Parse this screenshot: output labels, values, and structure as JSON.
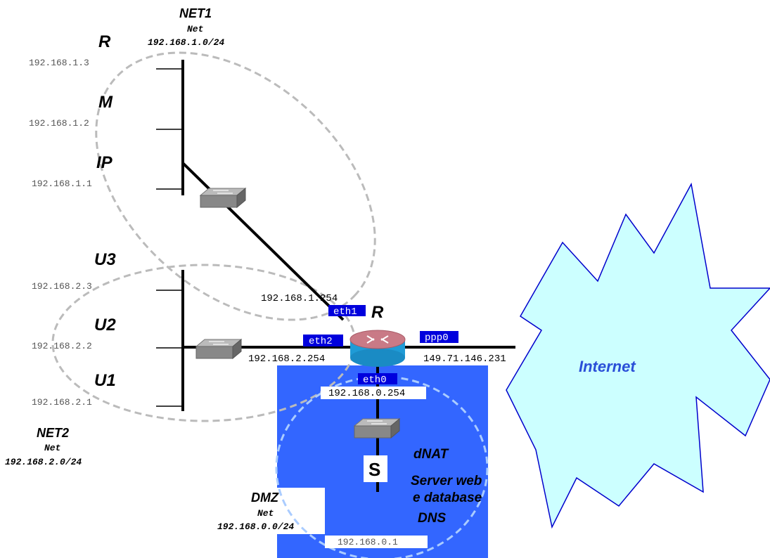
{
  "net1": {
    "title": "NET1",
    "subtitle": "Net",
    "cidr": "192.168.1.0/24",
    "hosts": [
      {
        "name": "R",
        "ip": "192.168.1.3"
      },
      {
        "name": "M",
        "ip": "192.168.1.2"
      },
      {
        "name": "IP",
        "ip": "192.168.1.1"
      }
    ]
  },
  "net2": {
    "title": "NET2",
    "subtitle": "Net",
    "cidr": "192.168.2.0/24",
    "hosts": [
      {
        "name": "U3",
        "ip": "192.168.2.3"
      },
      {
        "name": "U2",
        "ip": "192.168.2.2"
      },
      {
        "name": "U1",
        "ip": "192.168.2.1"
      }
    ]
  },
  "dmz": {
    "title": "DMZ",
    "subtitle": "Net",
    "cidr": "192.168.0.0/24",
    "server_label": "S",
    "server_ip": "192.168.0.1",
    "notes": [
      "dNAT",
      "Server web",
      "e database",
      "DNS"
    ]
  },
  "router": {
    "name": "R",
    "interfaces": [
      {
        "name": "eth1",
        "ip": "192.168.1.254"
      },
      {
        "name": "eth2",
        "ip": "192.168.2.254"
      },
      {
        "name": "eth0",
        "ip": "192.168.0.254"
      },
      {
        "name": "ppp0",
        "ip": "149.71.146.231"
      }
    ]
  },
  "internet": {
    "label": "Internet"
  },
  "colors": {
    "dmz_fill": "#3366ff",
    "iface_fill": "#0000dd",
    "cloud_fill": "#ccffff",
    "cloud_stroke": "#0000cc",
    "router_top": "#c97a86",
    "router_body": "#1f9bd6",
    "link": "#000000",
    "ellipse": "#bbbbbb"
  }
}
